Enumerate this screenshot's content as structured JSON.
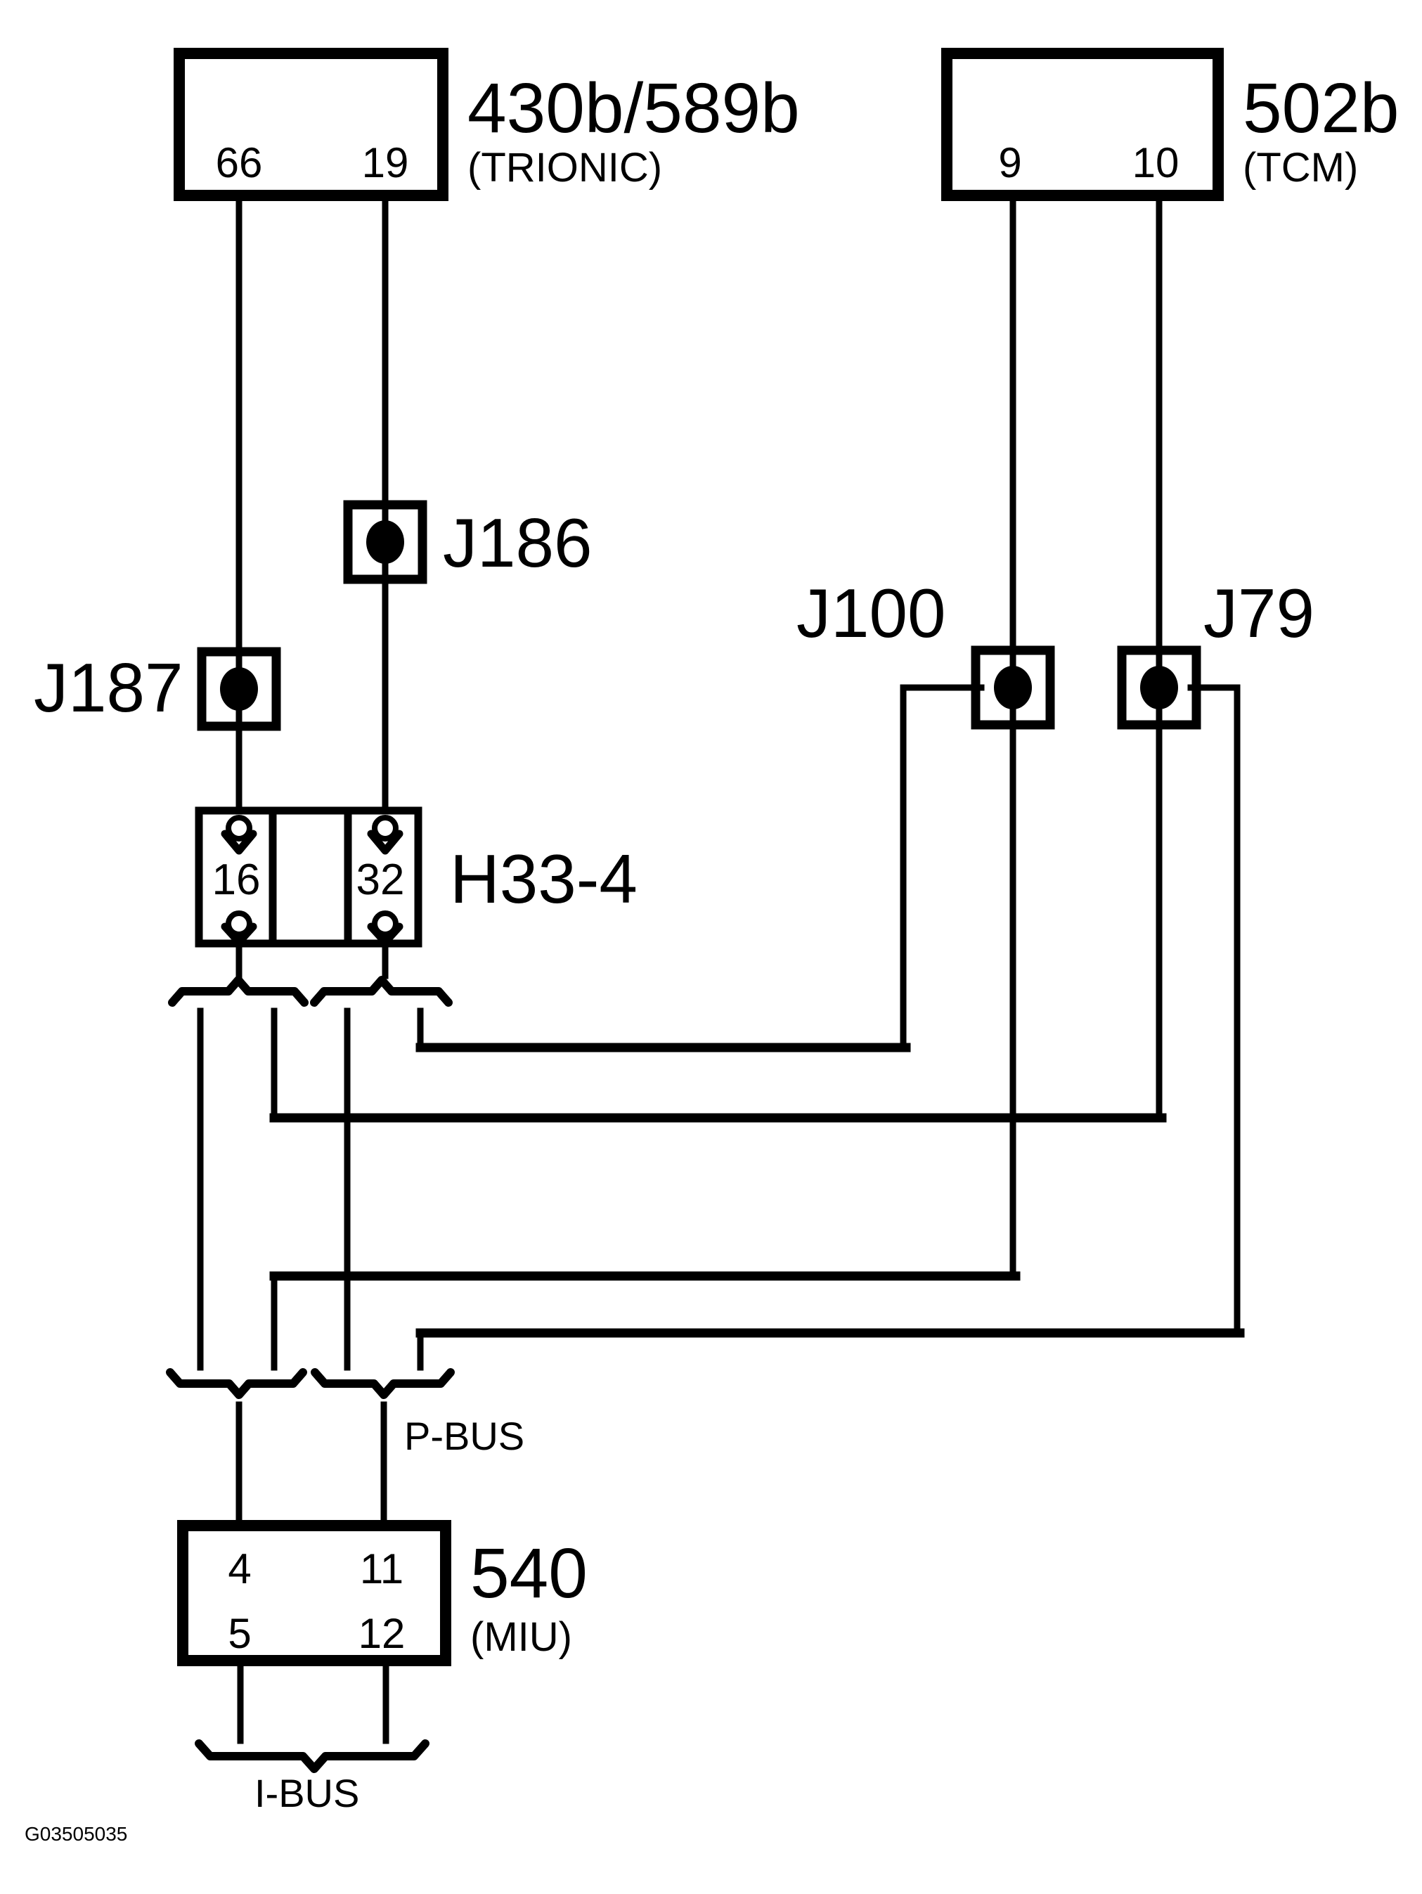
{
  "page": {
    "background_color": "#ffffff",
    "line_color": "#000000"
  },
  "diagram": {
    "figure_code": "G03505035",
    "modules": {
      "trionic": {
        "id": "430b/589b",
        "name": "(TRIONIC)",
        "pin_66": "66",
        "pin_19": "19"
      },
      "tcm": {
        "id": "502b",
        "name": "(TCM)",
        "pin_9": "9",
        "pin_10": "10"
      },
      "miu": {
        "id": "540",
        "name": "(MIU)",
        "pin_4": "4",
        "pin_11": "11",
        "pin_5": "5",
        "pin_12": "12"
      }
    },
    "junctions": {
      "j186": "J186",
      "j187": "J187",
      "j100": "J100",
      "j79": "J79"
    },
    "connector": {
      "id": "H33-4",
      "pin_16": "16",
      "pin_32": "32"
    },
    "buses": {
      "p_bus": "P-BUS",
      "i_bus": "I-BUS"
    }
  }
}
